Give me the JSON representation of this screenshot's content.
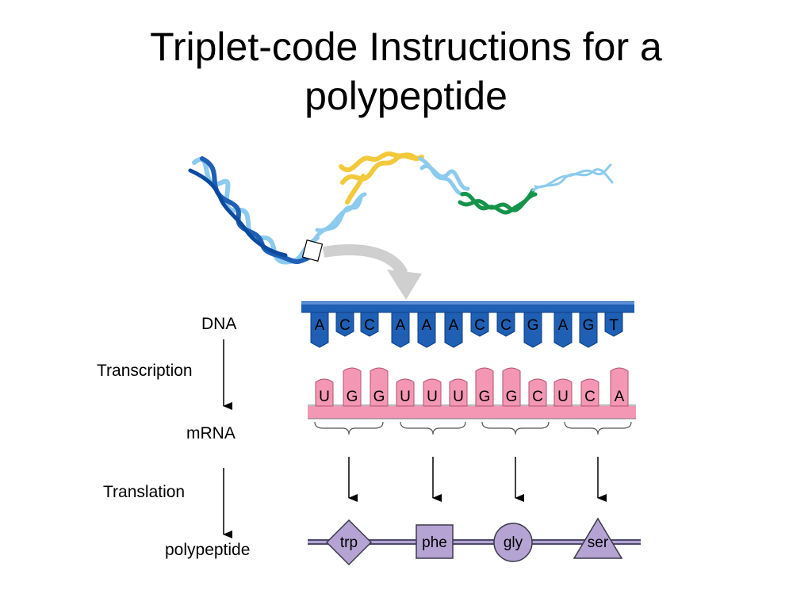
{
  "title": {
    "line1": "Triplet-code Instructions for a",
    "line2": "polypeptide"
  },
  "labels": {
    "dna": "DNA",
    "transcription": "Transcription",
    "mrna": "mRNA",
    "translation": "Translation",
    "polypeptide": "polypeptide"
  },
  "dna_bases": [
    "A",
    "C",
    "C",
    "A",
    "A",
    "A",
    "C",
    "C",
    "G",
    "A",
    "G",
    "T"
  ],
  "mrna_bases": [
    "U",
    "G",
    "G",
    "U",
    "U",
    "U",
    "G",
    "G",
    "C",
    "U",
    "C",
    "A"
  ],
  "amino_acids": [
    {
      "name": "trp",
      "shape": "diamond"
    },
    {
      "name": "phe",
      "shape": "square"
    },
    {
      "name": "gly",
      "shape": "circle"
    },
    {
      "name": "ser",
      "shape": "triangle"
    }
  ],
  "colors": {
    "dna_strand": "#1f5fb4",
    "dna_strand_light": "#8ccbee",
    "dna_dark": "#0c4aa0",
    "gene_yellow": "#f3c93c",
    "gene_green": "#14944a",
    "mrna_pink": "#f397b4",
    "amino_acid": "#b5a3d3",
    "arrow_gray": "#cfcfcf"
  }
}
